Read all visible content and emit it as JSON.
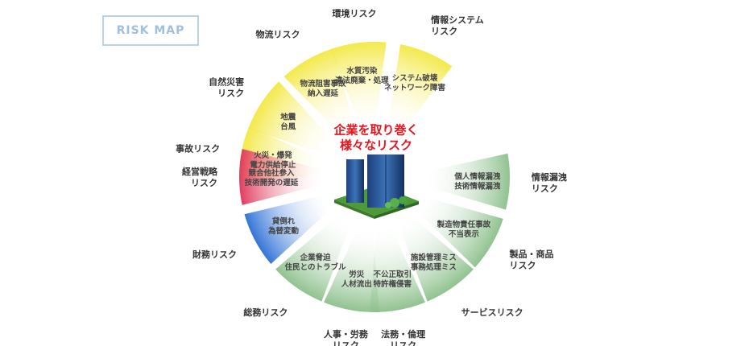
{
  "badge": "RISK MAP",
  "center_title": [
    "企業を取り巻く",
    "様々なリスク"
  ],
  "colors": {
    "yellow": "#f3e843",
    "pink": "#e0375a",
    "blue": "#2b6fd6",
    "green": "#8cc08c",
    "center_text": "#e6141e",
    "badge_border": "#b9d3e6",
    "badge_text": "#9fc0dc"
  },
  "icons": [
    "office-buildings-icon"
  ],
  "risks": [
    {
      "id": "natural",
      "angle": -147,
      "color": "yellow",
      "name": [
        "自然災害",
        "リスク"
      ],
      "inner": [
        "地震",
        "台風"
      ]
    },
    {
      "id": "logistics",
      "angle": -120,
      "color": "yellow",
      "name": [
        "物流リスク"
      ],
      "inner": [
        "物流阻害事故",
        "納入遅延"
      ]
    },
    {
      "id": "environment",
      "angle": -97,
      "color": "yellow",
      "name": [
        "環境リスク"
      ],
      "inner": [
        "水質汚染",
        "違法廃棄・処理"
      ]
    },
    {
      "id": "infosystem",
      "angle": -67,
      "color": "yellow",
      "name": [
        "情報システム",
        "リスク"
      ],
      "inner": [
        "システム破壊",
        "ネットワーク障害"
      ]
    },
    {
      "id": "accident",
      "angle": -170,
      "color": "yellow",
      "name": [
        "事故リスク"
      ],
      "inner": [
        "火災・爆発",
        "電力供給停止"
      ]
    },
    {
      "id": "strategy",
      "angle": 180,
      "color": "pink",
      "name": [
        "経営戦略",
        "リスク"
      ],
      "inner": [
        "競合他社参入",
        "技術開発の遅延"
      ]
    },
    {
      "id": "finance",
      "angle": 152,
      "color": "blue",
      "name": [
        "財務リスク"
      ],
      "inner": [
        "貸倒れ",
        "為替変動"
      ]
    },
    {
      "id": "general",
      "angle": 125,
      "color": "green",
      "name": [
        "総務リスク"
      ],
      "inner": [
        "企業脅迫",
        "住民とのトラブル"
      ]
    },
    {
      "id": "hr",
      "angle": 100,
      "color": "green",
      "name": [
        "人事・労務",
        "リスク"
      ],
      "inner": [
        "労災",
        "人材流出"
      ]
    },
    {
      "id": "legal",
      "angle": 80,
      "color": "green",
      "name": [
        "法務・倫理",
        "リスク"
      ],
      "inner": [
        "不公正取引",
        "特許権侵害"
      ]
    },
    {
      "id": "service",
      "angle": 55,
      "color": "green",
      "name": [
        "サービスリスク"
      ],
      "inner": [
        "施設管理ミス",
        "事務処理ミス"
      ]
    },
    {
      "id": "product",
      "angle": 30,
      "color": "green",
      "name": [
        "製品・商品",
        "リスク"
      ],
      "inner": [
        "製造物責任事故",
        "不当表示"
      ]
    },
    {
      "id": "infoleak",
      "angle": 2,
      "color": "green",
      "name": [
        "情報漏洩",
        "リスク"
      ],
      "inner": [
        "個人情報漏洩",
        "技術情報漏洩"
      ]
    }
  ]
}
